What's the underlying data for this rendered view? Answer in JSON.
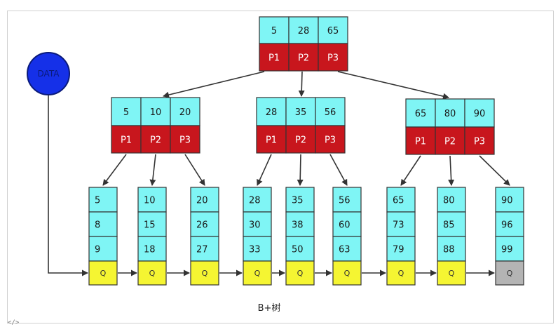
{
  "root": {
    "keys": [
      "5",
      "28",
      "65"
    ],
    "pointers": [
      "P1",
      "P2",
      "P3"
    ]
  },
  "internal": [
    {
      "keys": [
        "5",
        "10",
        "20"
      ],
      "pointers": [
        "P1",
        "P2",
        "P3"
      ]
    },
    {
      "keys": [
        "28",
        "35",
        "56"
      ],
      "pointers": [
        "P1",
        "P2",
        "P3"
      ]
    },
    {
      "keys": [
        "65",
        "80",
        "90"
      ],
      "pointers": [
        "P1",
        "P2",
        "P3"
      ]
    }
  ],
  "leaves": [
    {
      "keys": [
        "5",
        "8",
        "9"
      ],
      "q": "Q"
    },
    {
      "keys": [
        "10",
        "15",
        "18"
      ],
      "q": "Q"
    },
    {
      "keys": [
        "20",
        "26",
        "27"
      ],
      "q": "Q"
    },
    {
      "keys": [
        "28",
        "30",
        "33"
      ],
      "q": "Q"
    },
    {
      "keys": [
        "35",
        "38",
        "50"
      ],
      "q": "Q"
    },
    {
      "keys": [
        "56",
        "60",
        "63"
      ],
      "q": "Q"
    },
    {
      "keys": [
        "65",
        "73",
        "79"
      ],
      "q": "Q"
    },
    {
      "keys": [
        "80",
        "85",
        "88"
      ],
      "q": "Q"
    },
    {
      "keys": [
        "90",
        "96",
        "99"
      ],
      "q": "Q"
    }
  ],
  "data_node": {
    "label": "DATA"
  },
  "caption": "B+树",
  "corner_mark": "</>",
  "colors": {
    "key_fill": "#7ff5f5",
    "pointer_fill": "#c8161d",
    "leaf_q_fill": "#f5f532",
    "last_q_fill": "#b4b4b4",
    "data_fill": "#1530e8",
    "line": "#333333"
  }
}
